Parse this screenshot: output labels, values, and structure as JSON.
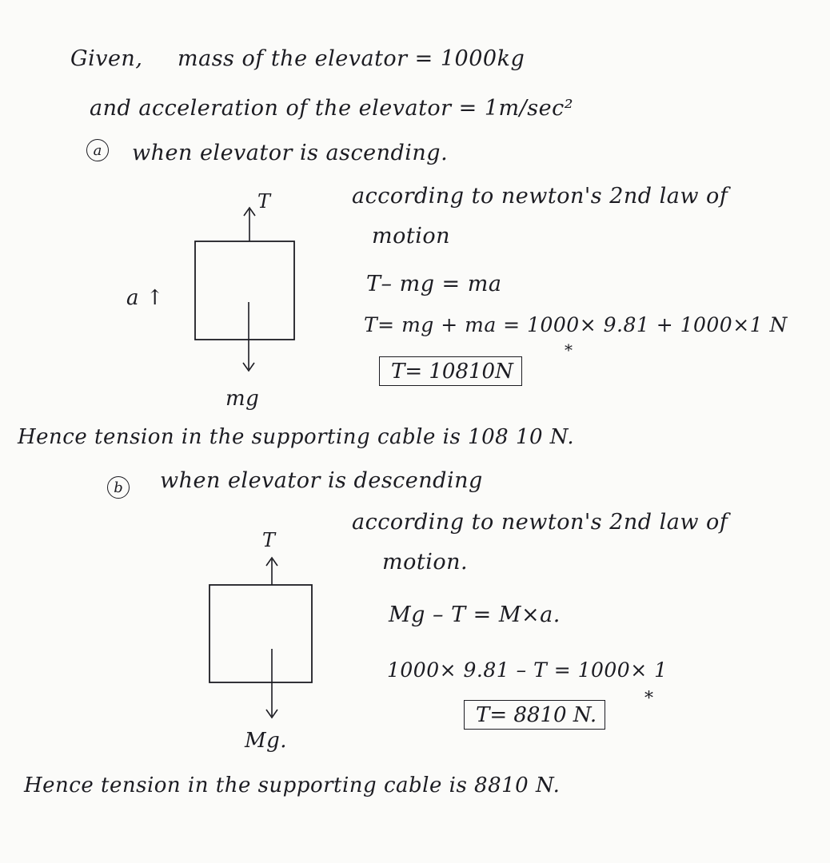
{
  "given": {
    "line1_prefix": "Given,",
    "line1": "mass of the elevator  =  1000kg",
    "line2": "and acceleration of the elevator = 1m/sec²"
  },
  "part_a": {
    "marker": "a",
    "heading": "when elevator is ascending.",
    "law_line1": "according to newton's 2nd law of",
    "law_line2": "motion",
    "label_T": "T",
    "label_a": "a ↑",
    "label_mg": "mg",
    "eq1": "T– mg = ma",
    "eq2": "T= mg + ma = 1000× 9.81 + 1000×1  N",
    "result": "T=  10810N",
    "result_star": "*",
    "conclusion": "Hence tension in the supporting cable is 108 10 N."
  },
  "part_b": {
    "marker": "b",
    "heading": "when elevator is descending",
    "law_line1": "according to newton's 2nd law of",
    "law_line2": "motion.",
    "label_T": "T",
    "label_mg": "Mg.",
    "eq1": "Mg – T = M×a.",
    "eq2": "1000× 9.81 – T = 1000×  1",
    "result": "T=  8810 N.",
    "result_star": "*",
    "conclusion": "Hence tension in the supporting cable is 8810 N."
  }
}
